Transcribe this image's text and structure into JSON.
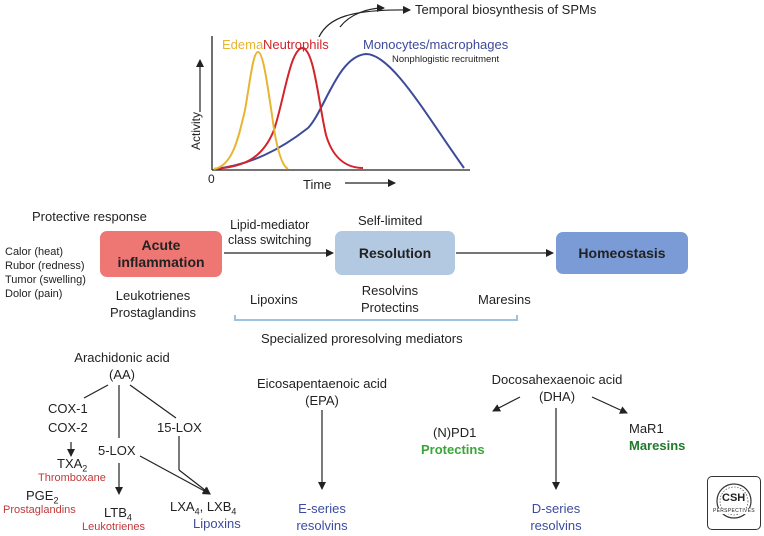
{
  "colors": {
    "edema": "#e8b532",
    "neutrophils": "#d2242a",
    "monocytes": "#3c4a9a",
    "acute_box": "#ee7774",
    "resolution_box": "#b3c9e2",
    "homeostasis_box": "#7a9bd6",
    "red_label": "#c0393b",
    "blue_label": "#3b4ca0",
    "green_label": "#3aa63a",
    "dark_green_label": "#1f7a2a"
  },
  "graph": {
    "edema": "Edema",
    "neutrophils": "Neutrophils",
    "monocytes": "Monocytes/macrophages",
    "nonphlogistic": "Nonphlogistic recruitment",
    "temporal": "Temporal biosynthesis of SPMs",
    "yaxis": "Activity",
    "xaxis": "Time",
    "origin": "0"
  },
  "flow": {
    "protective": "Protective response",
    "signs": [
      "Calor (heat)",
      "Rubor (redness)",
      "Tumor (swelling)",
      "Dolor (pain)"
    ],
    "acute": [
      "Acute",
      "inflammation"
    ],
    "lipid_switch": [
      "Lipid-mediator",
      "class switching"
    ],
    "self_limited": "Self-limited",
    "resolution": "Resolution",
    "homeostasis": "Homeostasis",
    "leuko_prosta": [
      "Leukotrienes",
      "Prostaglandins"
    ],
    "lipoxins": "Lipoxins",
    "resolvins_protectins": [
      "Resolvins",
      "Protectins"
    ],
    "maresins": "Maresins",
    "spm": "Specialized proresolving mediators"
  },
  "aa": {
    "title": [
      "Arachidonic acid",
      "(AA)"
    ],
    "cox": [
      "COX-1",
      "COX-2"
    ],
    "txa": "TXA",
    "txa_sub": "2",
    "thromboxane": "Thromboxane",
    "pge": "PGE",
    "pge_sub": "2",
    "prostaglandins": "Prostaglandins",
    "lox5": "5-LOX",
    "lox15": "15-LOX",
    "ltb": "LTB",
    "ltb_sub": "4",
    "leukotrienes": "Leukotrienes",
    "lxa": "LXA",
    "lxa_sub": "4",
    "lxb": ", LXB",
    "lxb_sub": "4",
    "lipoxins": "Lipoxins"
  },
  "epa": {
    "title": [
      "Eicosapentaenoic acid",
      "(EPA)"
    ],
    "product": [
      "E-series",
      "resolvins"
    ]
  },
  "dha": {
    "title": [
      "Docosahexaenoic acid",
      "(DHA)"
    ],
    "npd1": "(N)PD1",
    "protectins": "Protectins",
    "mar1": "MaR1",
    "maresins": "Maresins",
    "product": [
      "D-series",
      "resolvins"
    ]
  },
  "logo": {
    "text": "CSH",
    "sub": "PERSPECTIVES"
  }
}
